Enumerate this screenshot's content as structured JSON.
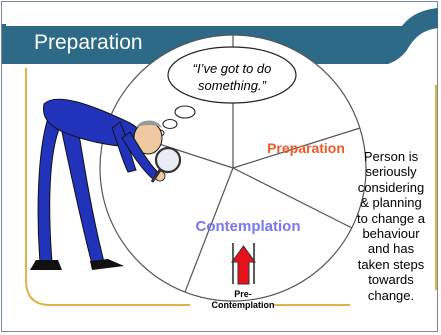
{
  "slide": {
    "title": "Preparation",
    "thought_bubble": [
      "“I’ve got to do",
      "something.”"
    ],
    "wheel_labels": {
      "preparation": "Preparation",
      "contemplation": "Contemplation",
      "pre_contemplation": [
        "Pre-",
        "Contemplation"
      ]
    },
    "side_text": [
      "Person is",
      "seriously",
      "considering",
      "& planning",
      "to change a",
      "behaviour",
      "and has",
      "taken steps",
      "towards",
      "change."
    ]
  },
  "colors": {
    "title_bar": "#2d6a87",
    "accent_line": "#e0b247",
    "preparation_label": "#f05a28",
    "contemplation_label": "#7777ee",
    "arrow": "#e8101a",
    "suit": "#2233bb"
  },
  "icons": [
    "thinking-man-clipart",
    "magnifying-glass-icon",
    "up-arrow-icon"
  ]
}
